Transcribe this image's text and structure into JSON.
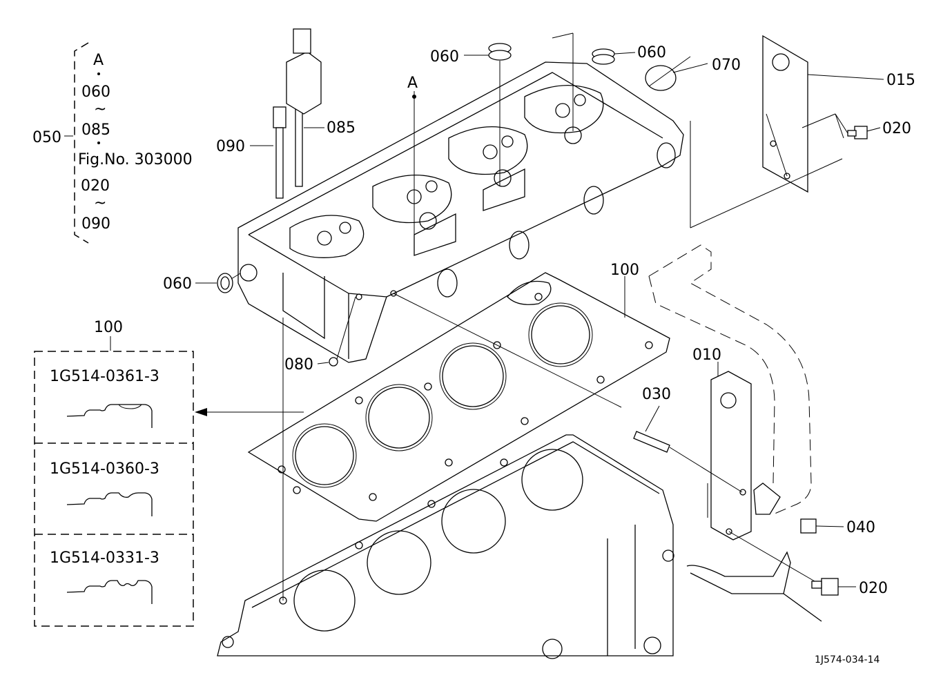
{
  "diagram": {
    "drawing_number": "1J574-034-14",
    "assembly_bracket": {
      "part": "050",
      "lines": [
        "A",
        "060",
        "085",
        "Fig.No. 303000",
        "020",
        "090"
      ],
      "ranges": [
        "~",
        "~"
      ]
    },
    "callouts": {
      "p060_top_left": "060",
      "p060_top_right": "060",
      "p070": "070",
      "p015": "015",
      "p020_top": "020",
      "p085": "085",
      "p090": "090",
      "pA": "A",
      "p060_left": "060",
      "p100": "100",
      "p080": "080",
      "p010": "010",
      "p030": "030",
      "p040": "040",
      "p020_bottom": "020"
    },
    "gasket_variants": {
      "part": "100",
      "items": [
        {
          "part_number": "1G514-0361-3"
        },
        {
          "part_number": "1G514-0360-3"
        },
        {
          "part_number": "1G514-0331-3"
        }
      ]
    }
  }
}
